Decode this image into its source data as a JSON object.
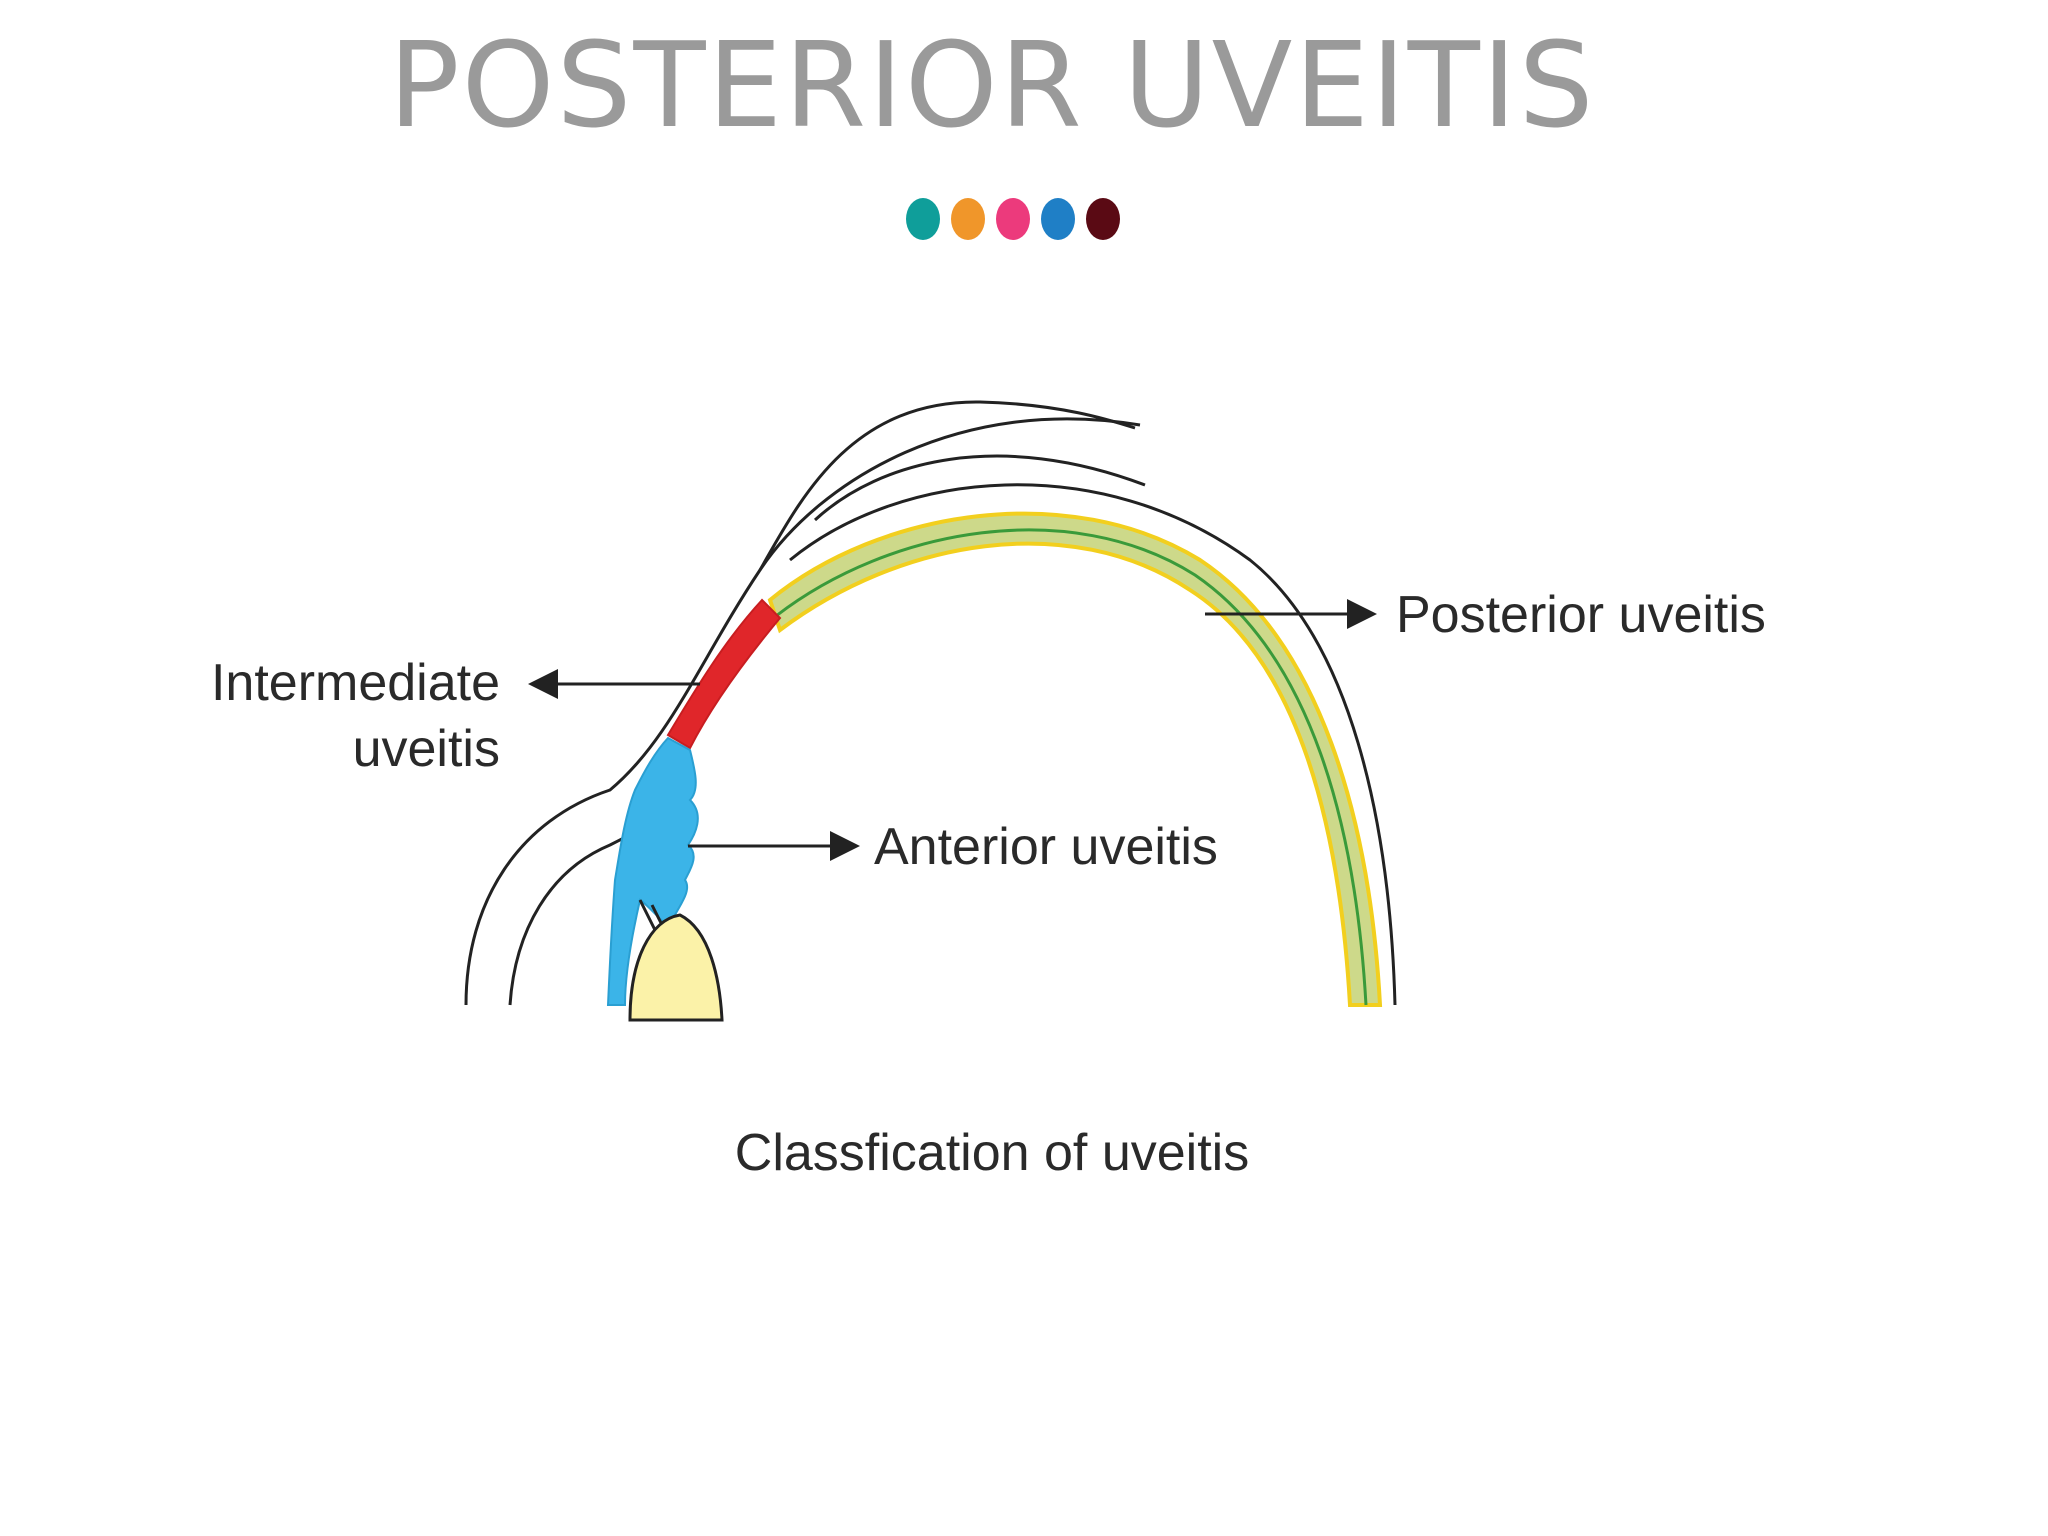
{
  "slide": {
    "title": "POSTERIOR UVEITIS"
  },
  "dots": [
    {
      "color": "#0f9e9a"
    },
    {
      "color": "#f0962a"
    },
    {
      "color": "#ec3a7c"
    },
    {
      "color": "#1f7fc6"
    },
    {
      "color": "#5a0a14"
    }
  ],
  "diagram": {
    "labels": {
      "intermediate_line1": "Intermediate",
      "intermediate_line2": "uveitis",
      "anterior": "Anterior uveitis",
      "posterior": "Posterior uveitis"
    },
    "caption": "Classfication of uveitis",
    "colors": {
      "intermediate": "#e0262a",
      "anterior": "#3bb4e8",
      "posterior_fill": "#cdd98a",
      "posterior_border_inner": "#f2cf1e",
      "posterior_border_line": "#3a9a3a",
      "lens": "#fbf2a8",
      "outline": "#222222"
    }
  }
}
